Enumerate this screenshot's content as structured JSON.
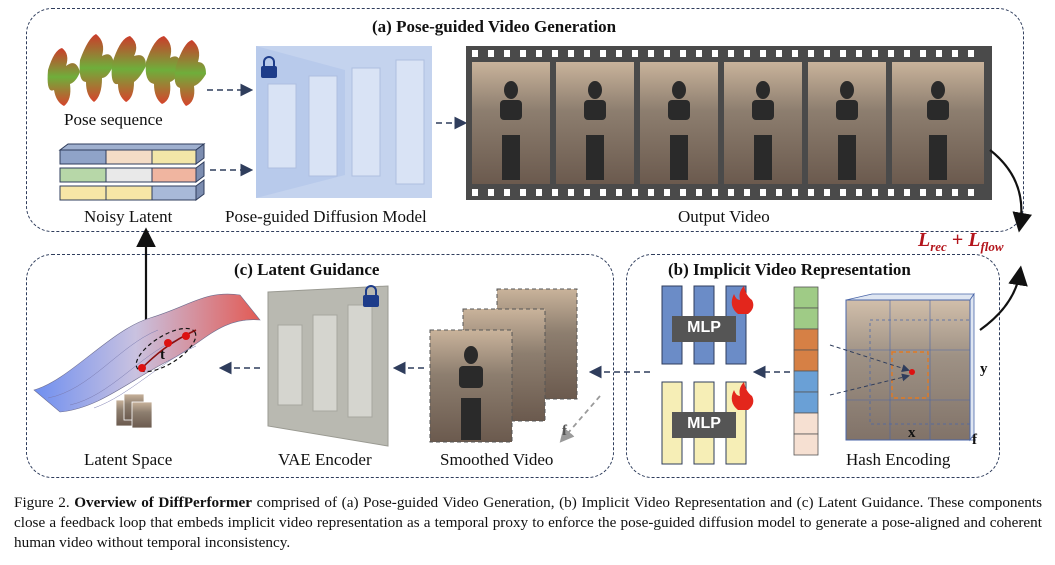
{
  "panels": {
    "a_title": "(a) Pose-guided Video Generation",
    "b_title": "(b) Implicit Video Representation",
    "c_title": "(c) Latent Guidance"
  },
  "labels": {
    "pose_sequence": "Pose sequence",
    "noisy_latent": "Noisy Latent",
    "diffusion_model": "Pose-guided Diffusion Model",
    "output_video": "Output Video",
    "latent_space": "Latent Space",
    "vae_encoder": "VAE Encoder",
    "smoothed_video": "Smoothed Video",
    "hash_encoding": "Hash Encoding",
    "mlp_top": "MLP",
    "mlp_bottom": "MLP",
    "t_marker": "t",
    "f_frame": "f",
    "axis_x": "x",
    "axis_y": "y",
    "axis_f": "f"
  },
  "loss": {
    "l1": "L",
    "l1_sub": "rec",
    "plus": "+",
    "l2": "L",
    "l2_sub": "flow"
  },
  "caption": {
    "prefix": "Figure 2.",
    "title": "Overview of DiffPerformer",
    "text": "comprised of (a) Pose-guided Video Generation, (b) Implicit Video Representation and (c) Latent Guidance. These components close a feedback loop that embeds implicit video representation as a temporal proxy to enforce the pose-guided diffusion model to generate a pose-aligned and coherent human video without temporal inconsistency."
  },
  "colors": {
    "panel_border": "#2f3d5c",
    "loss_red": "#b3141b",
    "diffusion_blue": "#b7c9ea",
    "mlp_blue": "#6b8cc7",
    "mlp_yellow": "#f6eeb6",
    "film_dark": "#4a4a4a"
  }
}
